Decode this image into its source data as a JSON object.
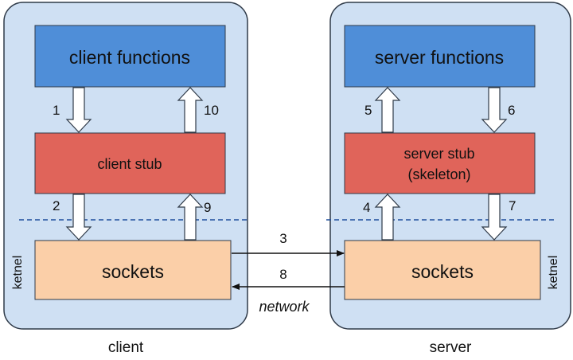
{
  "client": {
    "caption": "client",
    "kernel_label": "ketnel",
    "functions_label": "client functions",
    "stub_label": "client stub",
    "sockets_label": "sockets",
    "step_1": "1",
    "step_10": "10",
    "step_2": "2",
    "step_9": "9"
  },
  "server": {
    "caption": "server",
    "kernel_label": "ketnel",
    "functions_label": "server functions",
    "stub_label_line1": "server stub",
    "stub_label_line2": "(skeleton)",
    "sockets_label": "sockets",
    "step_5": "5",
    "step_6": "6",
    "step_4": "4",
    "step_7": "7"
  },
  "network": {
    "label": "network",
    "step_3": "3",
    "step_8": "8"
  },
  "colors": {
    "panel_fill": "#cfe0f3",
    "functions_fill": "#4f8ed8",
    "stub_fill": "#e0645a",
    "sockets_fill": "#fbcfa8",
    "divider": "#1f4e9c"
  }
}
